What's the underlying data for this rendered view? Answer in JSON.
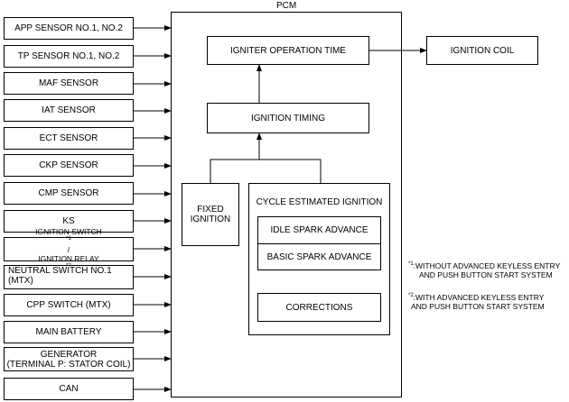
{
  "pcm_label": "PCM",
  "inputs": {
    "app_sensor": "APP SENSOR NO.1, NO.2",
    "tp_sensor": "TP SENSOR NO.1, NO.2",
    "maf_sensor": "MAF SENSOR",
    "iat_sensor": "IAT SENSOR",
    "ect_sensor": "ECT SENSOR",
    "ckp_sensor": "CKP SENSOR",
    "cmp_sensor": "CMP SENSOR",
    "ks": "KS",
    "ignition_switch": "IGNITION SWITCH",
    "ignition_switch_mark": "*1",
    "ignition_switch_sep": "/",
    "ignition_relay": "IGNITION RELAY",
    "ignition_relay_mark": "*2",
    "neutral_switch_line1": "NEUTRAL SWITCH NO.1",
    "neutral_switch_line2": "(MTX)",
    "cpp_switch": "CPP SWITCH (MTX)",
    "main_battery": "MAIN BATTERY",
    "generator_line1": "GENERATOR",
    "generator_line2": "(TERMINAL P: STATOR COIL)",
    "can": "CAN"
  },
  "pcm": {
    "igniter_operation_time": "IGNITER OPERATION TIME",
    "ignition_timing": "IGNITION TIMING",
    "fixed_ignition_line1": "FIXED",
    "fixed_ignition_line2": "IGNITION",
    "cycle_estimated_ignition": "CYCLE ESTIMATED IGNITION",
    "idle_spark_advance": "IDLE SPARK ADVANCE",
    "basic_spark_advance": "BASIC SPARK ADVANCE",
    "corrections": "CORRECTIONS"
  },
  "output": {
    "ignition_coil": "IGNITION COIL"
  },
  "notes": {
    "note1_mark": "*1",
    "note1_line1": ":WITHOUT ADVANCED KEYLESS ENTRY",
    "note1_line2": "AND PUSH BUTTON START SYSTEM",
    "note2_mark": "*2",
    "note2_line1": ":WITH ADVANCED KEYLESS ENTRY",
    "note2_line2": "AND PUSH BUTTON START SYSTEM"
  }
}
